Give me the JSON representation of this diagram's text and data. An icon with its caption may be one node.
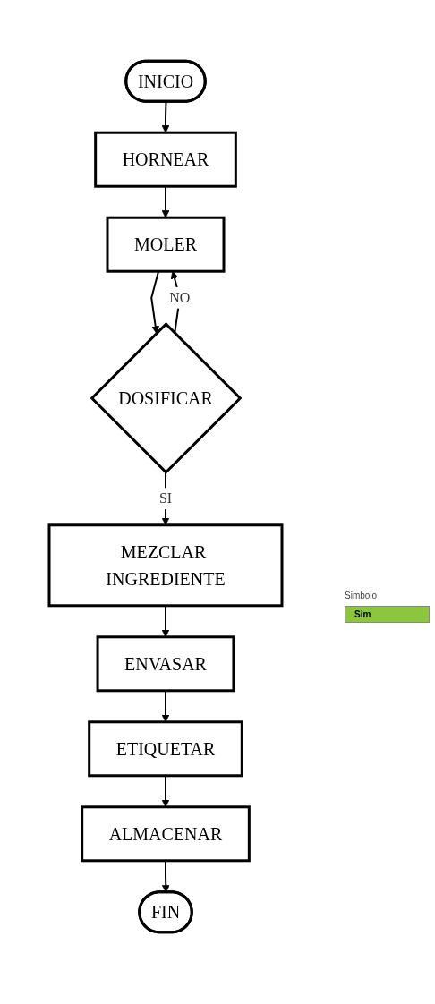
{
  "diagram": {
    "nodes": [
      {
        "text": [
          "INICIO"
        ]
      },
      {
        "text": [
          "HORNEAR"
        ]
      },
      {
        "text": [
          "MOLER"
        ]
      },
      {
        "text": [
          "DOSIFICAR"
        ]
      },
      {
        "text": [
          "MEZCLAR INGREDIENTE"
        ]
      },
      {
        "text": [
          "ENVASAR"
        ]
      },
      {
        "text": [
          "ETIQUETAR"
        ]
      },
      {
        "text": [
          "ALMACENAR"
        ]
      },
      {
        "text": [
          "FIN"
        ]
      }
    ],
    "edges": [
      {
        "from": 0,
        "to": 1,
        "arrow": "to"
      },
      {
        "from": 1,
        "to": 2,
        "arrow": "to"
      },
      {
        "from": 2,
        "to": 3,
        "arrow": "to"
      },
      {
        "from": 3,
        "to": 2,
        "arrow": "to",
        "label": "NO"
      },
      {
        "from": 3,
        "to": 4,
        "arrow": "to",
        "label": "SI"
      },
      {
        "from": 4,
        "to": 5,
        "arrow": "to"
      },
      {
        "from": 5,
        "to": 6,
        "arrow": "to"
      },
      {
        "from": 6,
        "to": 7,
        "arrow": "to"
      },
      {
        "from": 7,
        "to": 8,
        "arrow": "to"
      }
    ],
    "labels": [
      "Simbolo",
      "Sim"
    ]
  }
}
